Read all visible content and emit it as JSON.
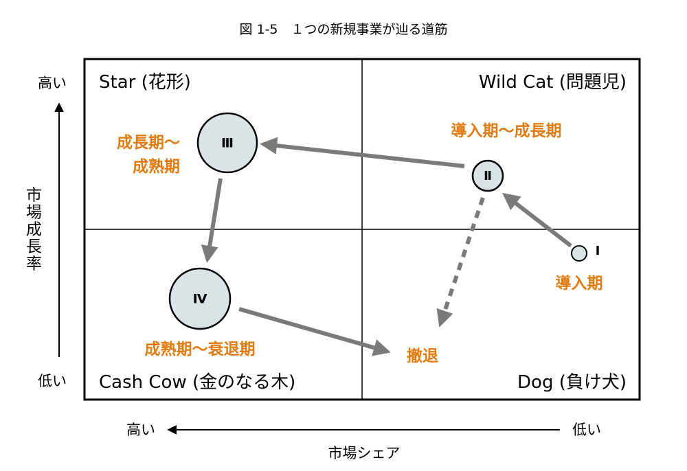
{
  "title": "図 1-5　１つの新規事業が辿る道筋",
  "y_axis": {
    "label": "市場成長率",
    "high": "高い",
    "low": "低い"
  },
  "x_axis": {
    "label": "市場シェア",
    "high": "高い",
    "low": "低い"
  },
  "quadrants": {
    "top_left": "Star (花形)",
    "top_right": "Wild Cat (問題児)",
    "bottom_left": "Cash Cow (金のなる木)",
    "bottom_right": "Dog (負け犬)"
  },
  "stages": [
    {
      "id": "I",
      "numeral": "Ⅰ",
      "label": "導入期"
    },
    {
      "id": "II",
      "numeral": "Ⅱ",
      "label": "導入期～成長期"
    },
    {
      "id": "III",
      "numeral": "Ⅲ",
      "label_line1": "成長期～",
      "label_line2": "成熟期"
    },
    {
      "id": "IV",
      "numeral": "Ⅳ",
      "label": "成熟期～衰退期"
    }
  ],
  "exit_label": "撤退",
  "colors": {
    "stage_label": "#e07b12",
    "arrow": "#7a7a7a",
    "circle_fill": "#d9e4e6",
    "line": "#000000"
  }
}
